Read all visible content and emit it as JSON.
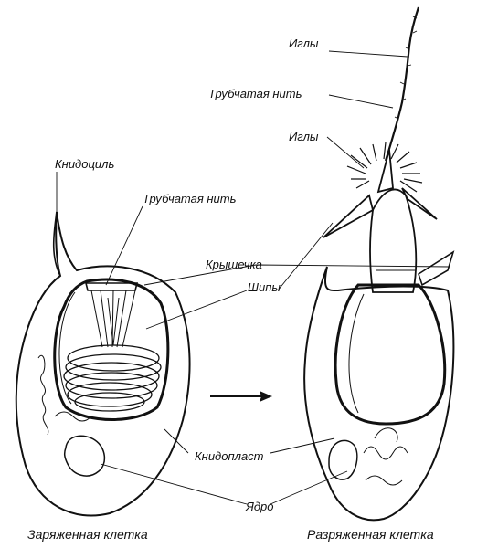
{
  "labels": {
    "igly_top": "Иглы",
    "tubular_thread_right": "Трубчатая нить",
    "igly_mid": "Иглы",
    "cnidocil": "Книдоциль",
    "tubular_thread_left": "Трубчатая нить",
    "lid": "Крышечка",
    "spines": "Шипы",
    "cnidoplast": "Книдопласт",
    "nucleus": "Ядро"
  },
  "captions": {
    "charged": "Заряженная клетка",
    "discharged": "Разряженная клетка"
  },
  "colors": {
    "ink": "#111111",
    "background": "#ffffff"
  }
}
